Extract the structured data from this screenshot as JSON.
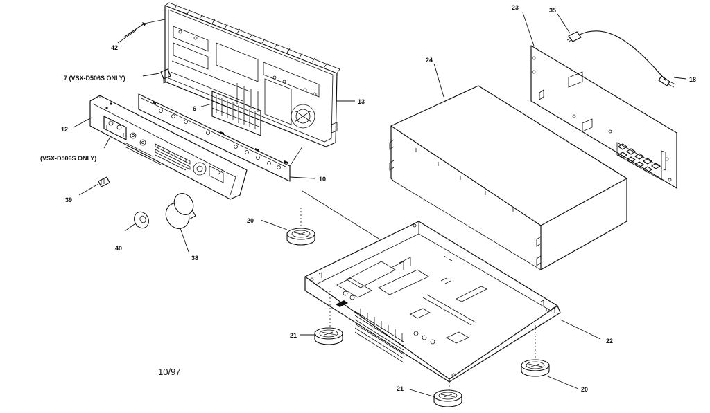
{
  "callouts": {
    "c42": "42",
    "c7": "7 (VSX-D506S ONLY)",
    "c6": "6",
    "c13": "13",
    "c12": "12",
    "c_note": "(VSX-D506S ONLY)",
    "c10": "10",
    "c39": "39",
    "c40": "40",
    "c38": "38",
    "c20a": "20",
    "c23": "23",
    "c35": "35",
    "c18": "18",
    "c24": "24",
    "c21a": "21",
    "c22": "22",
    "c20b": "20",
    "c21b": "21"
  },
  "footer": {
    "date": "10/97"
  }
}
